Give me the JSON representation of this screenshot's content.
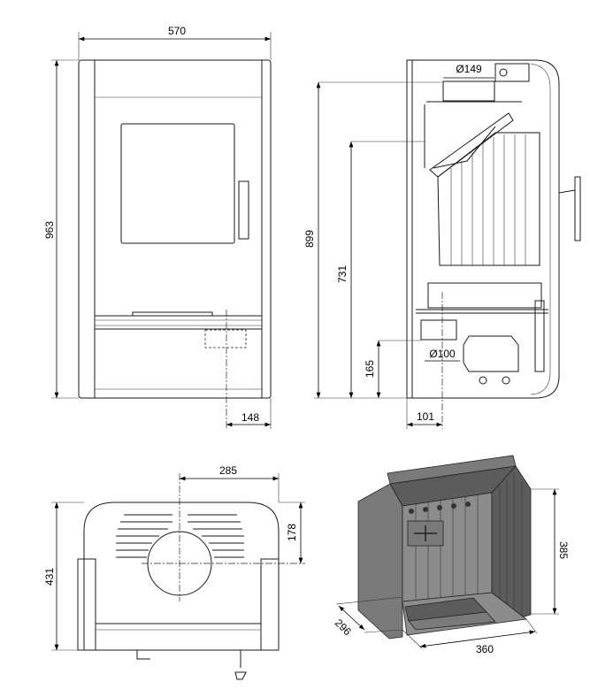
{
  "front_view": {
    "width_label": "570",
    "height_label": "963",
    "offset_label": "148"
  },
  "side_view": {
    "height_total_label": "899",
    "height_mid_label": "731",
    "height_low_label": "165",
    "flue_top_label": "Ø149",
    "air_inlet_label": "Ø100",
    "air_offset_label": "101"
  },
  "top_view": {
    "center_label": "285",
    "depth_label": "431",
    "flue_offset_label": "178"
  },
  "firebox_view": {
    "height_label": "385",
    "depth_label": "296",
    "width_label": "360"
  },
  "colors": {
    "line": "#1a1a1a",
    "firebox_fill": "#7a7a7a"
  }
}
